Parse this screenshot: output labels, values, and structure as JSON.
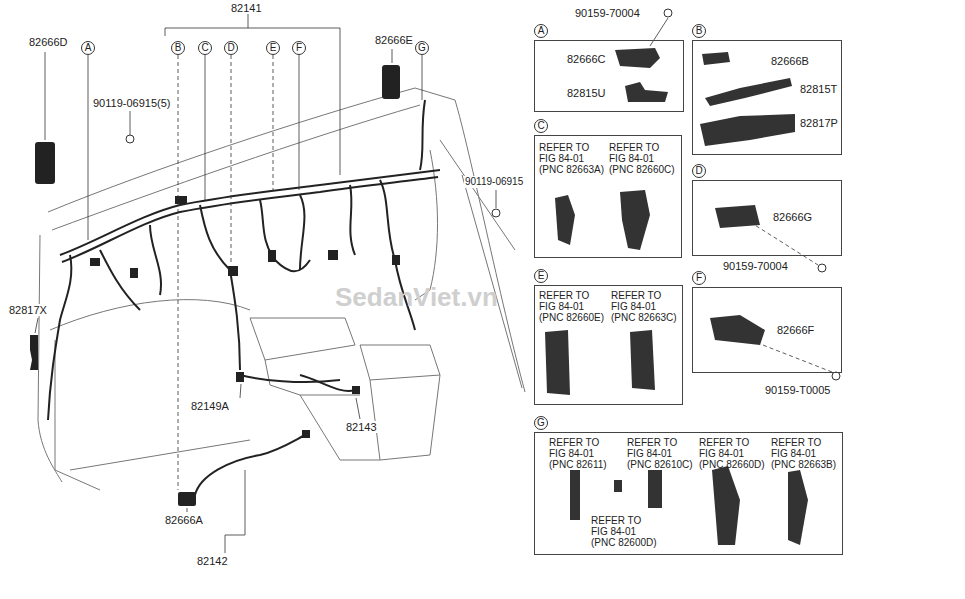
{
  "diagram": {
    "nodes": [
      {
        "text": [
          "A"
        ]
      },
      {
        "text": [
          "B"
        ]
      },
      {
        "text": [
          "C"
        ]
      },
      {
        "text": [
          "D"
        ]
      },
      {
        "text": [
          "E"
        ]
      },
      {
        "text": [
          "F"
        ]
      },
      {
        "text": [
          "G"
        ]
      },
      {
        "text": [
          "A",
          "82666C",
          "82815U"
        ]
      },
      {
        "text": [
          "B",
          "82666B",
          "82815T",
          "82817P"
        ]
      },
      {
        "text": [
          "C",
          "REFER TO FIG 84-01 (PNC 82663A)",
          "REFER TO FIG 84-01 (PNC 82660C)"
        ]
      },
      {
        "text": [
          "D",
          "82666G"
        ]
      },
      {
        "text": [
          "E",
          "REFER TO FIG 84-01 (PNC 82660E)",
          "REFER TO FIG 84-01 (PNC 82663C)"
        ]
      },
      {
        "text": [
          "F",
          "82666F"
        ]
      },
      {
        "text": [
          "G",
          "REFER TO FIG 84-01 (PNC 82611)",
          "REFER TO FIG 84-01 (PNC 82610C)",
          "REFER TO FIG 84-01 (PNC 82660D)",
          "REFER TO FIG 84-01 (PNC 82663B)",
          "REFER TO FIG 84-01 (PNC 82600D)"
        ]
      }
    ],
    "labels": [
      "82141",
      "82666D",
      "82666E",
      "90119-06915(5)",
      "90119-06915",
      "82817X",
      "82149A",
      "82143",
      "82666A",
      "82142",
      "90159-70004",
      "90159-70004",
      "90159-T0005",
      "SedanViet.vn"
    ]
  }
}
